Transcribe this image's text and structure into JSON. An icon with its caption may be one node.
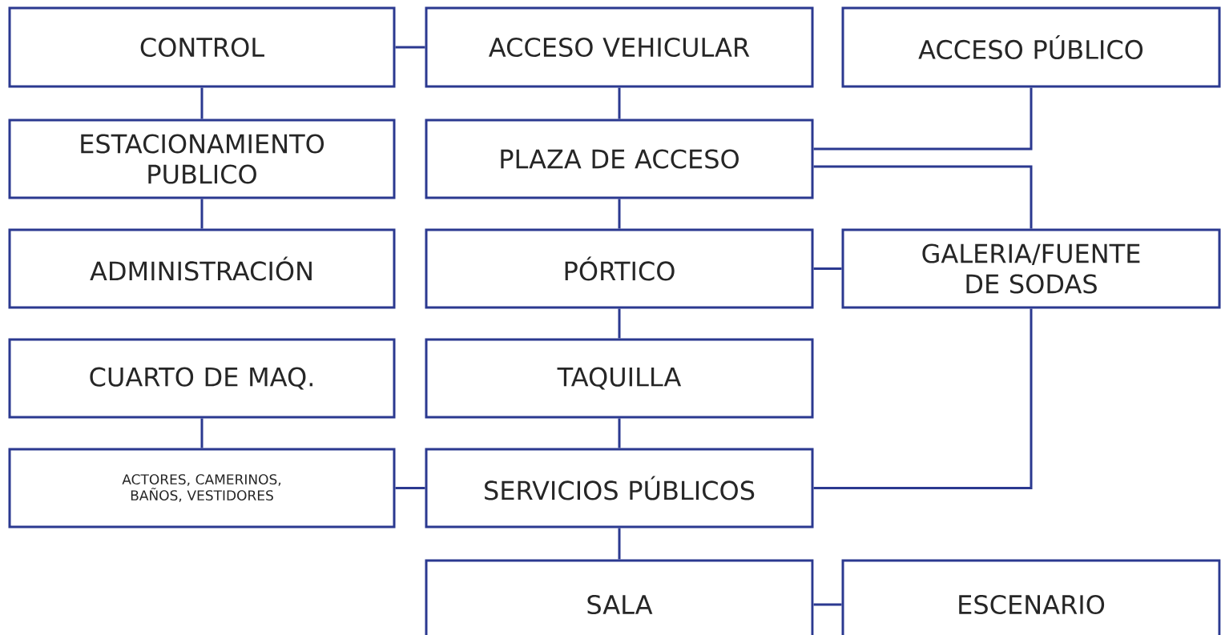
{
  "diagram": {
    "nodes": [
      {
        "text": [
          "CONTROL"
        ]
      },
      {
        "text": [
          "ACCESO VEHICULAR"
        ]
      },
      {
        "text": [
          "ACCESO PÚBLICO"
        ]
      },
      {
        "text": [
          "ESTACIONAMIENTO PUBLICO"
        ]
      },
      {
        "text": [
          "PLAZA DE ACCESO"
        ]
      },
      {
        "text": [
          "ADMINISTRACIÓN"
        ]
      },
      {
        "text": [
          "PÓRTICO"
        ]
      },
      {
        "text": [
          "GALERIA/FUENTE DE SODAS"
        ]
      },
      {
        "text": [
          "CUARTO DE MAQ."
        ]
      },
      {
        "text": [
          "TAQUILLA"
        ]
      },
      {
        "text": [
          "ACTORES, CAMERINOS, BAÑOS, VESTIDORES"
        ]
      },
      {
        "text": [
          "SERVICIOS PÚBLICOS"
        ]
      },
      {
        "text": [
          "SALA"
        ]
      },
      {
        "text": [
          "ESCENARIO"
        ]
      }
    ],
    "edges": [
      {
        "from": 0,
        "to": 1,
        "arrow": "none"
      },
      {
        "from": 0,
        "to": 3,
        "arrow": "none"
      },
      {
        "from": 3,
        "to": 5,
        "arrow": "none"
      },
      {
        "from": 8,
        "to": 10,
        "arrow": "none"
      },
      {
        "from": 10,
        "to": 11,
        "arrow": "none"
      },
      {
        "from": 1,
        "to": 4,
        "arrow": "none"
      },
      {
        "from": 2,
        "to": 4,
        "arrow": "none"
      },
      {
        "from": 4,
        "to": 7,
        "arrow": "none"
      },
      {
        "from": 4,
        "to": 6,
        "arrow": "none"
      },
      {
        "from": 6,
        "to": 7,
        "arrow": "none"
      },
      {
        "from": 6,
        "to": 9,
        "arrow": "none"
      },
      {
        "from": 9,
        "to": 11,
        "arrow": "none"
      },
      {
        "from": 7,
        "to": 11,
        "arrow": "none"
      },
      {
        "from": 11,
        "to": 12,
        "arrow": "none"
      },
      {
        "from": 12,
        "to": 13,
        "arrow": "none"
      }
    ]
  }
}
